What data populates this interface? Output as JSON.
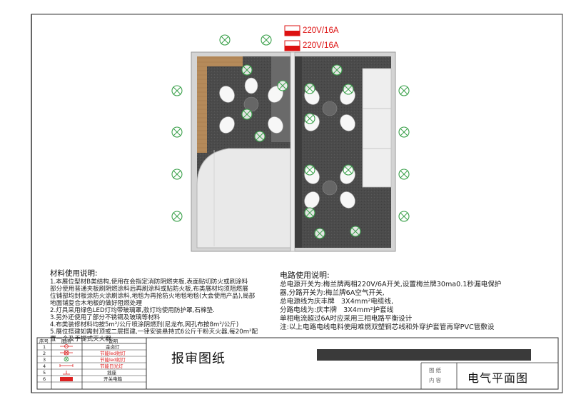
{
  "sockets": [
    {
      "label": "220V/16A"
    },
    {
      "label": "220V/16A"
    }
  ],
  "materials": {
    "heading": "材料使用说明:",
    "lines": [
      "1.本展位型材B类结构,使用在会指定消防阴燃夹板,表面贴切防火或刷涂料",
      "部分使用普通夹板刷阴燃涂料后再刷涂料或贴防火板,布类展材均须阻燃展",
      "位铺部均封板涂防火涂刷涂料,地毯为再抢防火地毯地毯(大会使用产品),局部",
      "地面铺复合木地板的做好阻燃处理",
      "2.灯具采用绿色LED灯均带玻璃罩,款灯均使用防护罩,石棉垫.",
      "3.另外还使用了部分不锈钢及玻璃等材料",
      "4.布类装修材料均按5m²/公斤喷涂阴燃剂(尼龙布,网孔布按8m²/公斤)",
      "5.展位搭建如需封顶或二层搭建,一律安装悬持式6公斤干粉灭火器,每20m²配",
      "置一个及手提式灭火器"
    ]
  },
  "circuit": {
    "heading": "电路使用说明:",
    "lines": [
      "总电源开关为:梅兰牌两相220V/6A开关,设置梅兰牌30ma0.1秒漏电保护",
      "器,分路开关为:梅兰牌6A空气开关,",
      "总电源线为庆丰牌   3X4mm²电缆线,",
      "分路电线为:庆丰牌   3X4mm²护套线",
      "单相电流超过6A时应采用三相电路平衡设计",
      "注:以上电路电线电料使用难燃双塑铜芯线和外穿护套管再穿PVC管敷设"
    ]
  },
  "legend": {
    "headers": {
      "no": "序号",
      "icon": "图例",
      "desc": "说明"
    },
    "rows": [
      {
        "no": "1",
        "desc": "金卤灯",
        "desc_red": false
      },
      {
        "no": "2",
        "desc": "节能led射灯",
        "desc_red": true
      },
      {
        "no": "3",
        "desc": "节能led射灯",
        "desc_red": true
      },
      {
        "no": "4",
        "desc": "节能日光灯",
        "desc_red": true
      },
      {
        "no": "5",
        "desc": "插座",
        "desc_red": false
      },
      {
        "no": "6",
        "desc": "开关电箱",
        "desc_red": false
      }
    ]
  },
  "title_block": {
    "review_title": "报审图纸",
    "drawing_label_1": "图纸",
    "drawing_label_2": "内容",
    "drawing_name": "电气平面图"
  },
  "colors": {
    "lamp_green": "#3aa04a",
    "socket_red": "#d11111",
    "floor": "#4a4a4a",
    "wall": "#c8c8c8"
  }
}
